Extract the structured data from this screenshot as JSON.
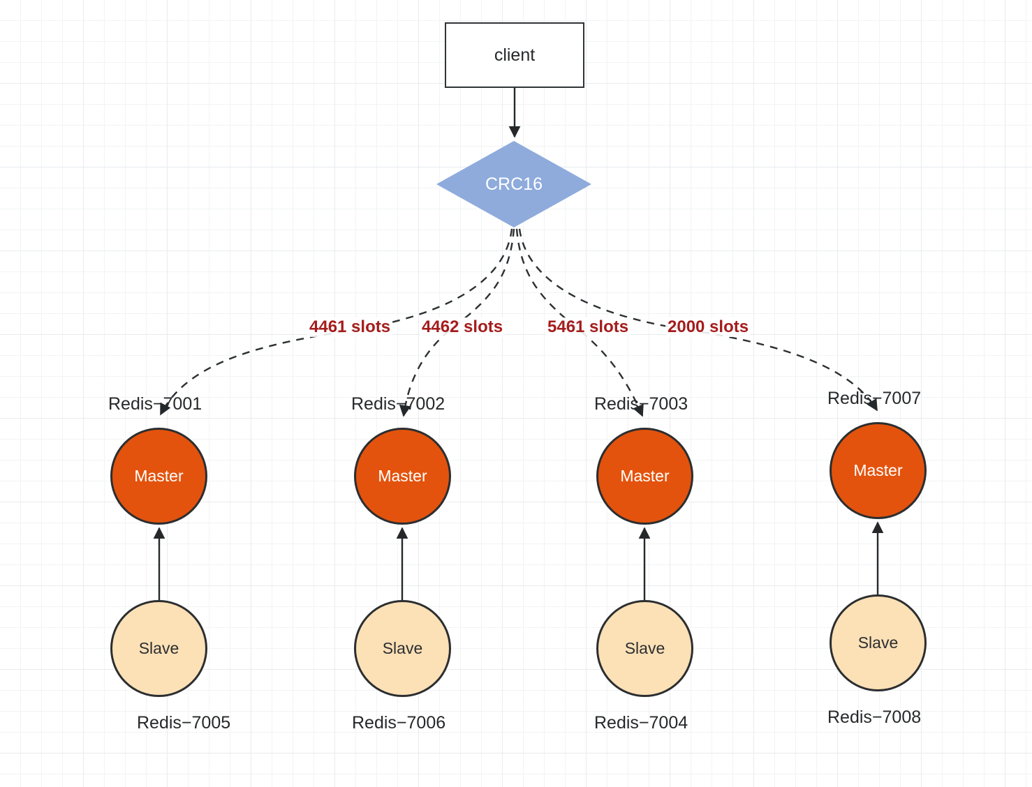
{
  "diagram": {
    "title": "Redis Cluster slot distribution",
    "client": {
      "label": "client"
    },
    "hash": {
      "label": "CRC16",
      "color": "#8eabdc"
    },
    "colors": {
      "master_fill": "#e3530d",
      "slave_fill": "#fce0b6",
      "slot_text": "#a51c1c",
      "stroke": "#2b2e30",
      "grid_minor": "#f2f3f4",
      "grid_major": "#e9ebed"
    },
    "slot_edges": [
      {
        "label": "4461 slots",
        "target": "Redis-7001"
      },
      {
        "label": "4462 slots",
        "target": "Redis-7002"
      },
      {
        "label": "5461 slots",
        "target": "Redis-7003"
      },
      {
        "label": "2000 slots",
        "target": "Redis-7007"
      }
    ],
    "shards": [
      {
        "master_label": "Master",
        "master_name": "Redis−7001",
        "slave_label": "Slave",
        "slave_name": "Redis−7005",
        "slots": "4461 slots"
      },
      {
        "master_label": "Master",
        "master_name": "Redis−7002",
        "slave_label": "Slave",
        "slave_name": "Redis−7006",
        "slots": "4462 slots"
      },
      {
        "master_label": "Master",
        "master_name": "Redis−7003",
        "slave_label": "Slave",
        "slave_name": "Redis−7004",
        "slots": "5461 slots"
      },
      {
        "master_label": "Master",
        "master_name": "Redis−7007",
        "slave_label": "Slave",
        "slave_name": "Redis−7008",
        "slots": "2000 slots"
      }
    ]
  }
}
